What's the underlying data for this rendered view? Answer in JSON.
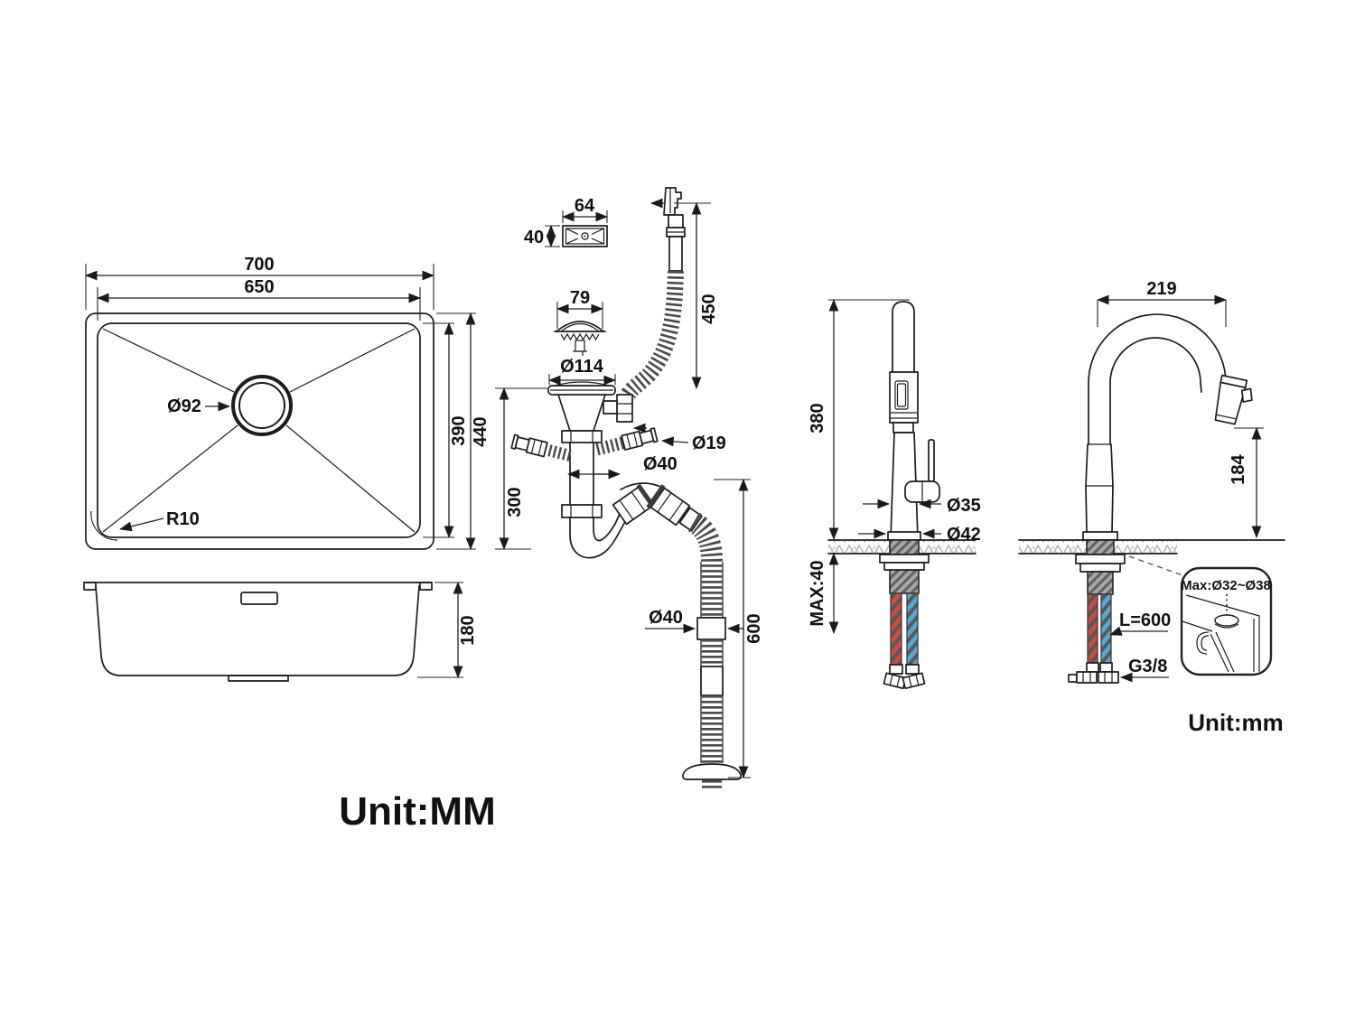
{
  "units": {
    "primary": "Unit:MM",
    "secondary": "Unit:mm"
  },
  "sink_top": {
    "w_outer": "700",
    "w_inner": "650",
    "h_outer": "440",
    "h_inner": "390",
    "drain_dia": "Ø92",
    "corner": "R10"
  },
  "sink_side": {
    "height": "180"
  },
  "drain": {
    "cover_w": "64",
    "cover_h": "40",
    "basket_w": "79",
    "flange_dia": "Ø114",
    "inlet_dia": "Ø19",
    "pipe_dia": "Ø40",
    "trap_h": "300",
    "overflow_len": "450",
    "hose_dia": "Ø40",
    "hose_len": "600"
  },
  "faucet_side": {
    "height": "380",
    "counter_max": "MAX:40",
    "body_dia": "Ø35",
    "base_dia": "Ø42"
  },
  "faucet_front": {
    "reach": "219",
    "clearance": "184",
    "hose_len": "L=600",
    "thread": "G3/8",
    "hole": "Max:Ø32~Ø38"
  }
}
